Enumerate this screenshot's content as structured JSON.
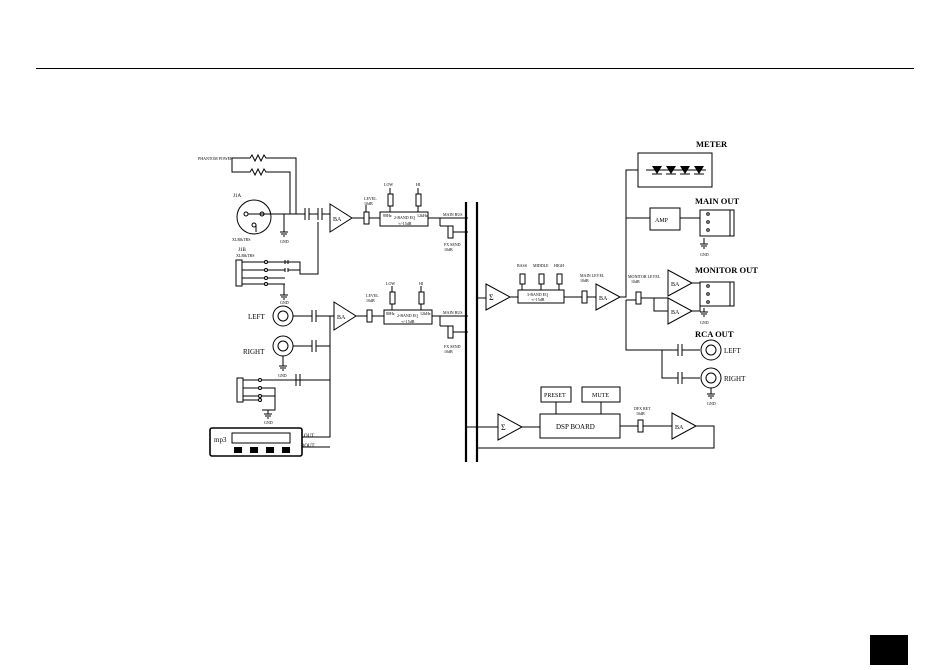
{
  "labels": {
    "phantom": "PHANTOM POWER",
    "j1a": "J1A",
    "xlr": "XLR&TRS",
    "j1b": "J1B",
    "xlr_b": "XLR&TRS",
    "gnd": "GND",
    "ba": "BA",
    "level": "LEVEL",
    "level_db": "10dB",
    "low": "LOW",
    "hi": "HI",
    "eq2": "2-BAND EQ",
    "eq_db": "+/-15dB",
    "eq_f1": "80Hz",
    "eq_f2": "12kHz",
    "main_bus": "MAIN BUS",
    "fx_send": "FX SEND",
    "fx_db": "10dB",
    "left": "LEFT",
    "right": "RIGHT",
    "mp3": "mp3",
    "lout": "LOUT",
    "rout": "ROUT",
    "bass": "BASS",
    "middle": "MIDDLE",
    "high": "HIGH",
    "eq3": "3-BAND EQ",
    "main_level": "MAIN LEVEL",
    "monitor_level": "MONITOR LEVEL",
    "meter": "METER",
    "main_out": "MAIN OUT",
    "amp": "AMP",
    "monitor_out": "MONITOR OUT",
    "rca_out": "RCA OUT",
    "rca_left": "LEFT",
    "rca_right": "RIGHT",
    "preset": "PRESET",
    "mute": "MUTE",
    "dsp_board": "DSP BOARD",
    "dfx": "DFX RET",
    "sigma": "Σ"
  }
}
